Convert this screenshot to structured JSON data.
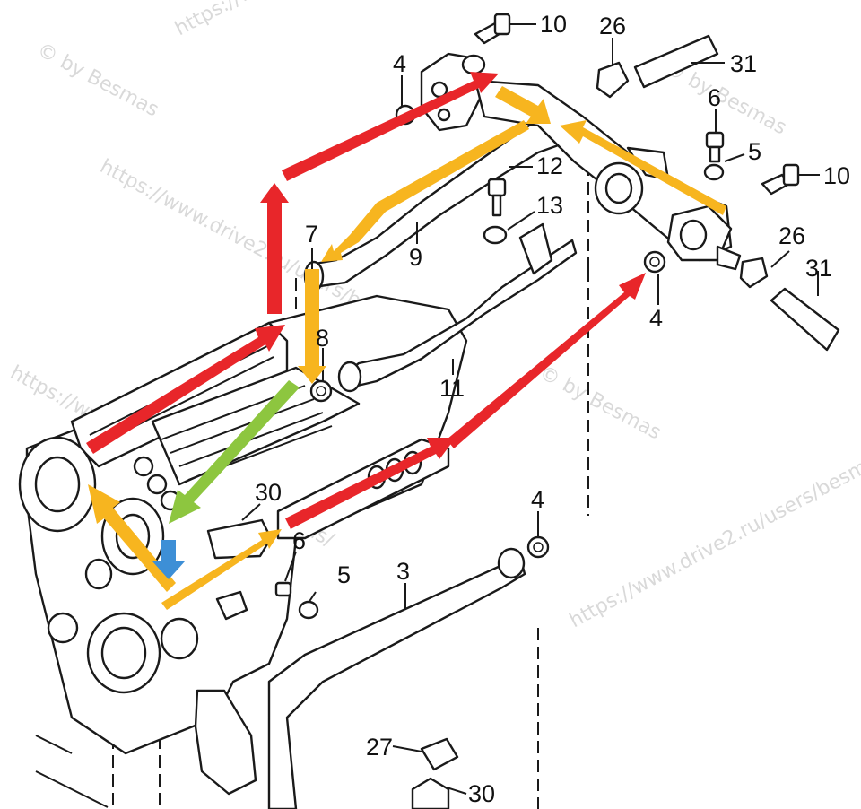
{
  "callouts": {
    "c10_top": "10",
    "c26_top": "26",
    "c31_top": "31",
    "c4_top": "4",
    "c6_right": "6",
    "c5_right": "5",
    "c10_right": "10",
    "c12": "12",
    "c13": "13",
    "c7": "7",
    "c9": "9",
    "c26_right": "26",
    "c31_right": "31",
    "c4_right": "4",
    "c8": "8",
    "c11": "11",
    "c30_mid": "30",
    "c6_low": "6",
    "c4_low": "4",
    "c5_low": "5",
    "c3": "3",
    "c27": "27",
    "c30_bottom": "30"
  },
  "watermark": {
    "text_a": "https://www.drive2.ru/users/besmas/",
    "text_b": "© by Besmas"
  },
  "colors": {
    "red_flow": "#e8262a",
    "yellow_flow": "#f7b51f",
    "green_flow": "#8dc63f",
    "blue_flow": "#3d8fd6",
    "line": "#1a1a1a",
    "watermark": "#d9d9d9"
  }
}
